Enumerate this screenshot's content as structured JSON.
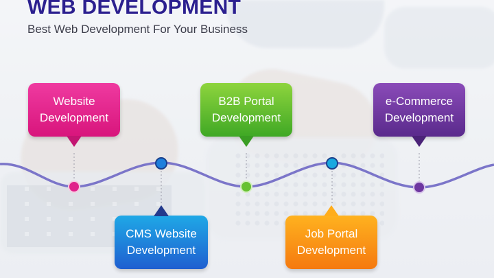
{
  "header": {
    "title": "WEB DEVELOPMENT",
    "subtitle": "Best Web Development For Your Business"
  },
  "timeline": {
    "items": [
      {
        "line1": "Website",
        "line2": "Development",
        "position": "above",
        "color": "#e0218a"
      },
      {
        "line1": "CMS Website",
        "line2": "Development",
        "position": "below",
        "color": "#1f7fdc"
      },
      {
        "line1": "B2B Portal",
        "line2": "Development",
        "position": "above",
        "color": "#5db82f"
      },
      {
        "line1": "Job Portal",
        "line2": "Development",
        "position": "below",
        "color": "#f8901a"
      },
      {
        "line1": "e-Commerce",
        "line2": "Development",
        "position": "above",
        "color": "#6e37a0"
      }
    ],
    "wave_color": "#7b75c9"
  }
}
